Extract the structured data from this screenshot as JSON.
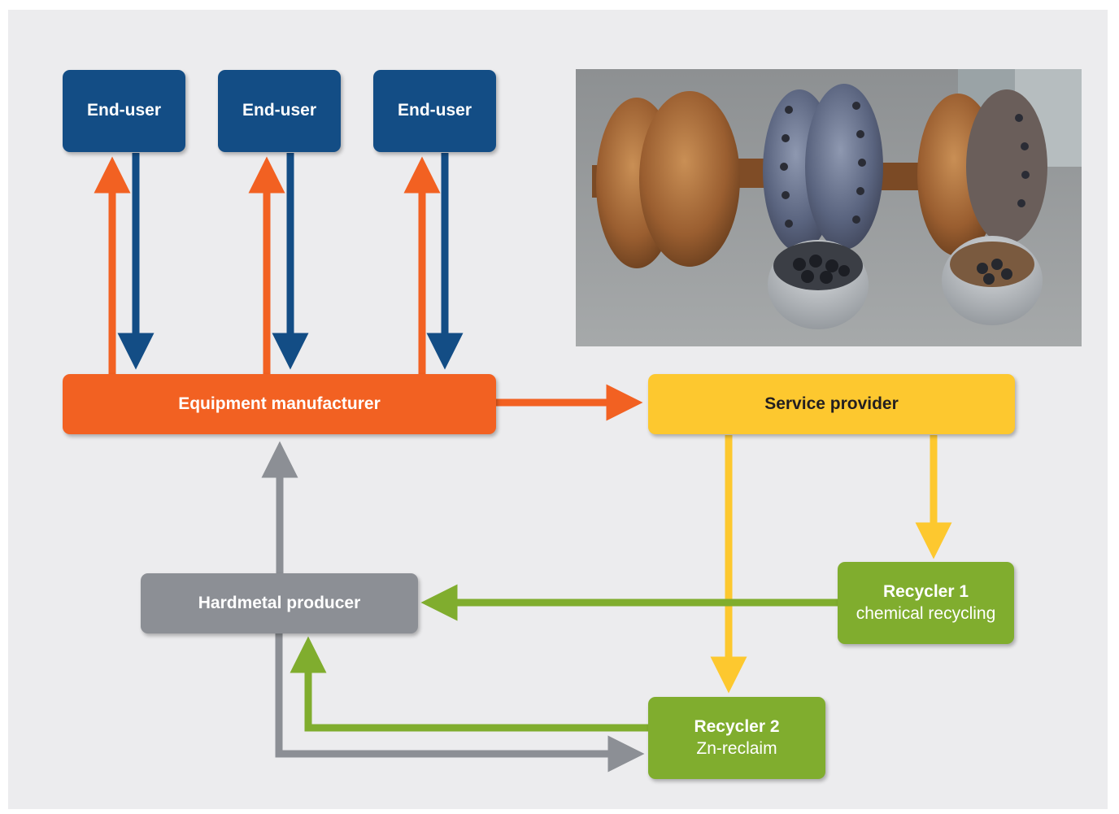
{
  "nodes": {
    "end_user_1": {
      "title": "End-user"
    },
    "end_user_2": {
      "title": "End-user"
    },
    "end_user_3": {
      "title": "End-user"
    },
    "equipment_manufacturer": {
      "title": "Equipment manufacturer"
    },
    "service_provider": {
      "title": "Service provider"
    },
    "hardmetal_producer": {
      "title": "Hardmetal producer"
    },
    "recycler_1": {
      "title": "Recycler 1",
      "subtitle": "chemical recycling"
    },
    "recycler_2": {
      "title": "Recycler 2",
      "subtitle": "Zn-reclaim"
    }
  },
  "colors": {
    "blue": "#134d85",
    "orange": "#f26122",
    "yellow": "#fdc82f",
    "grey": "#8c8f95",
    "green": "#80ad2e",
    "background": "#ececee"
  },
  "photo": {
    "description_icon": "worn-cutter-rollers-photo"
  }
}
